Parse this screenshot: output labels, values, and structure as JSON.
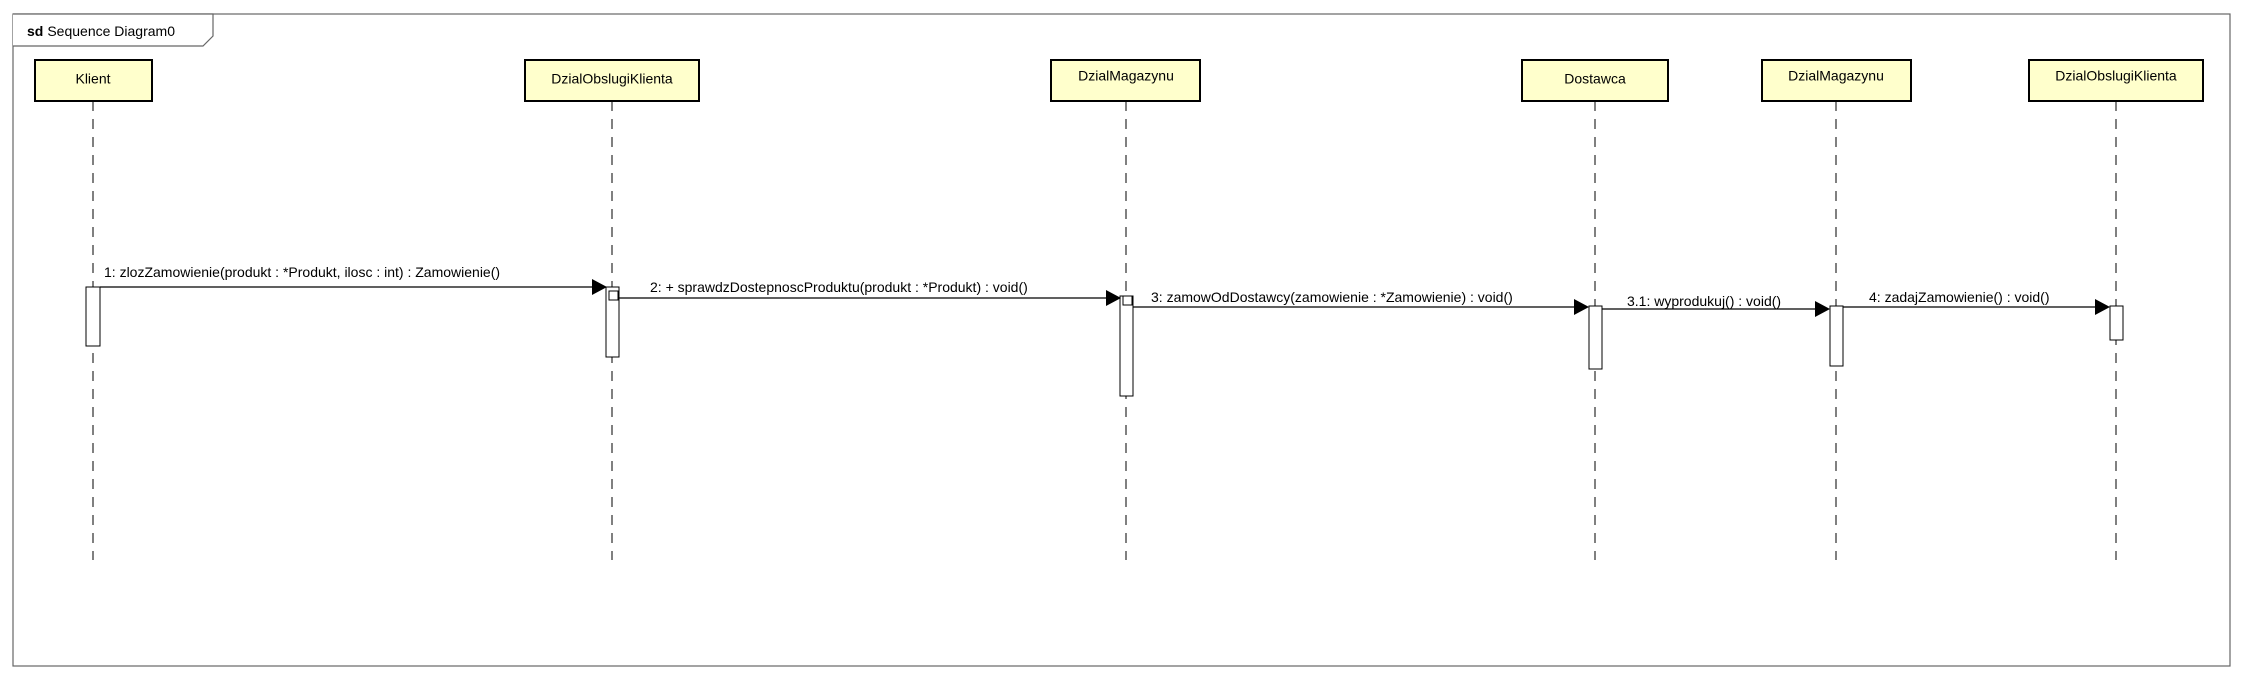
{
  "diagram": {
    "frame_keyword": "sd",
    "frame_name": "Sequence Diagram0",
    "colors": {
      "lifeline_fill": "#ffffcc",
      "stroke": "#000000",
      "frame_stroke": "#666666",
      "background": "#ffffff"
    },
    "lifelines": [
      {
        "id": "klient",
        "name": "Klient"
      },
      {
        "id": "dok1",
        "name": "DzialObslugiKlienta"
      },
      {
        "id": "dm1",
        "name": "DzialMagazynu"
      },
      {
        "id": "dostawca",
        "name": "Dostawca"
      },
      {
        "id": "dm2",
        "name": "DzialMagazynu"
      },
      {
        "id": "dok2",
        "name": "DzialObslugiKlienta"
      }
    ],
    "messages": [
      {
        "from": "klient",
        "to": "dok1",
        "label": "1: zlozZamowienie(produkt : *Produkt, ilosc : int) : Zamowienie()"
      },
      {
        "from": "dok1",
        "to": "dm1",
        "label": "2: + sprawdzDostepnoscProduktu(produkt : *Produkt) : void()"
      },
      {
        "from": "dm1",
        "to": "dostawca",
        "label": "3: zamowOdDostawcy(zamowienie : *Zamowienie) : void()"
      },
      {
        "from": "dostawca",
        "to": "dm2",
        "label": "3.1: wyprodukuj() : void()"
      },
      {
        "from": "dm2",
        "to": "dok2",
        "label": "4: zadajZamowienie() : void()"
      }
    ]
  }
}
